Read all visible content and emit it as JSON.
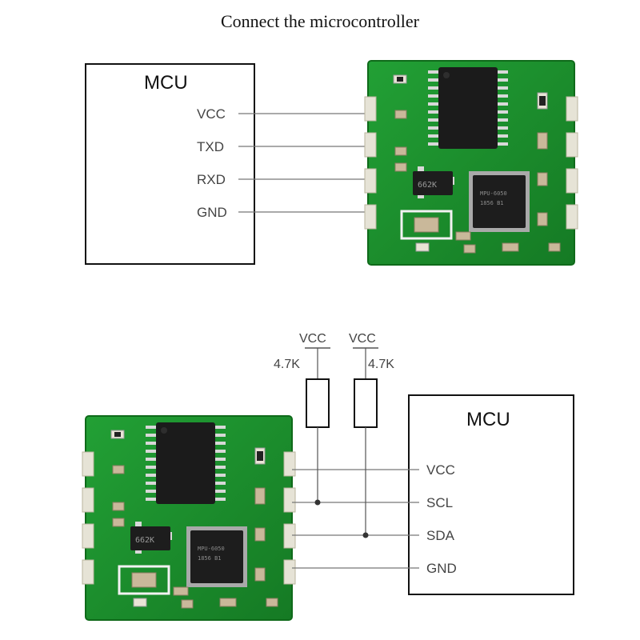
{
  "title": "Connect the microcontroller",
  "uart": {
    "mcu_label": "MCU",
    "pins": [
      "VCC",
      "TXD",
      "RXD",
      "GND"
    ]
  },
  "i2c": {
    "mcu_label": "MCU",
    "pins": [
      "VCC",
      "SCL",
      "SDA",
      "GND"
    ],
    "pullups": [
      {
        "supply": "VCC",
        "value": "4.7K"
      },
      {
        "supply": "VCC",
        "value": "4.7K"
      }
    ]
  },
  "module": {
    "chip_marking_main": "MPU-6050",
    "chip_marking_small": "662K"
  },
  "colors": {
    "pcb": "#1c8a2a",
    "pcb_edge": "#0f6a1a",
    "chip": "#1b1b1b",
    "pad": "#e6e3d6",
    "wire": "#777777",
    "box": "#111111"
  }
}
